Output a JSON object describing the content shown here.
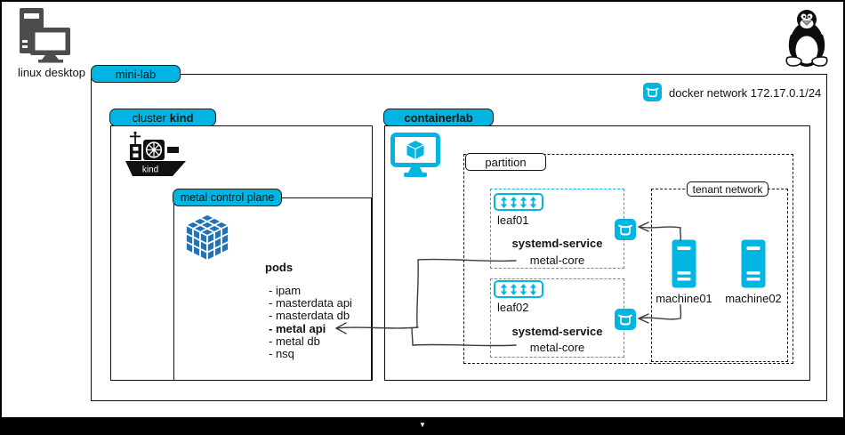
{
  "colors": {
    "accent_cyan": "#00b5e2",
    "cube_blue": "#2272b8",
    "icon_gray": "#4d4d4d",
    "line_dark": "#3b3b3b"
  },
  "desktop": {
    "label": "linux desktop"
  },
  "minilab": {
    "label": "mini-lab"
  },
  "docker_network": {
    "label": "docker network 172.17.0.1/24"
  },
  "cluster": {
    "label_prefix": "cluster",
    "label_bold": "kind",
    "ship_text": "kind"
  },
  "metal_control_plane": {
    "label": "metal control plane"
  },
  "pods": {
    "title": "pods",
    "items": [
      "- ipam",
      "- masterdata api",
      "- masterdata db",
      "- metal api",
      "- metal db",
      "- nsq"
    ]
  },
  "containerlab": {
    "label": "containerlab"
  },
  "partition": {
    "label": "partition"
  },
  "tenant_network": {
    "label": "tenant network"
  },
  "leaves": [
    {
      "name": "leaf01",
      "service_title": "systemd-service",
      "service_name": "metal-core"
    },
    {
      "name": "leaf02",
      "service_title": "systemd-service",
      "service_name": "metal-core"
    }
  ],
  "machines": [
    {
      "label": "machine01"
    },
    {
      "label": "machine02"
    }
  ],
  "statusbar": {
    "arrow": "▼"
  }
}
